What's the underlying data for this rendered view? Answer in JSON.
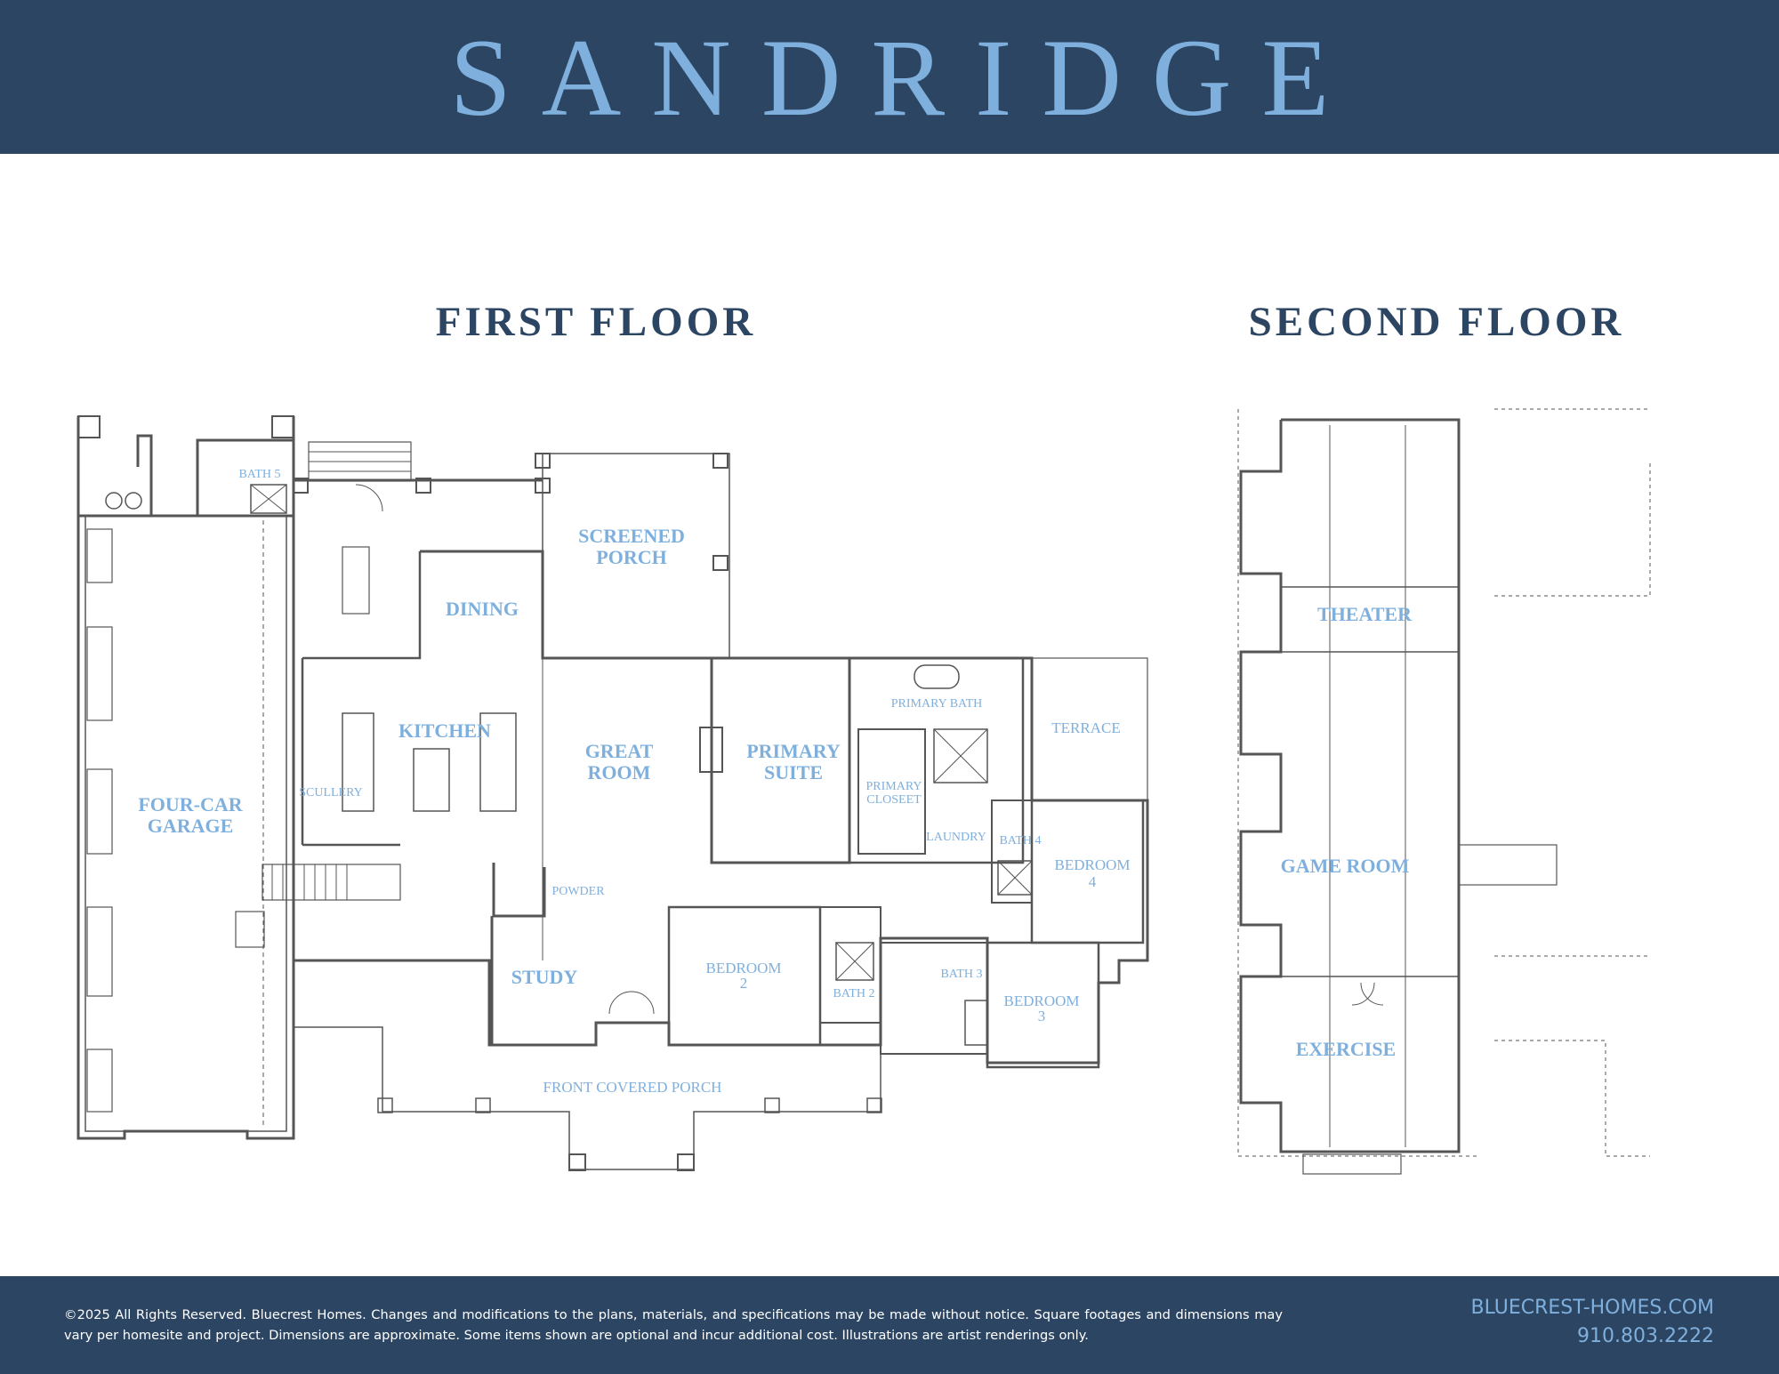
{
  "brand": "SANDRIDGE",
  "floors": {
    "first": "FIRST FLOOR",
    "second": "SECOND FLOOR"
  },
  "first_floor_rooms": {
    "bath5": "BATH 5",
    "garage_l1": "FOUR-CAR",
    "garage_l2": "GARAGE",
    "screened_l1": "SCREENED",
    "screened_l2": "PORCH",
    "dining": "DINING",
    "kitchen": "KITCHEN",
    "scullery": "SCULLERY",
    "great_l1": "GREAT",
    "great_l2": "ROOM",
    "primary_suite_l1": "PRIMARY",
    "primary_suite_l2": "SUITE",
    "primary_bath": "PRIMARY BATH",
    "terrace": "TERRACE",
    "closet_l1": "PRIMARY",
    "closet_l2": "CLOSEET",
    "laundry": "LAUNDRY",
    "bath4": "BATH 4",
    "bedroom4_l1": "BEDROOM",
    "bedroom4_l2": "4",
    "powder": "POWDER",
    "study": "STUDY",
    "bedroom2_l1": "BEDROOM",
    "bedroom2_l2": "2",
    "bath2": "BATH 2",
    "bath3": "BATH 3",
    "bedroom3_l1": "BEDROOM",
    "bedroom3_l2": "3",
    "front_porch": "FRONT COVERED PORCH"
  },
  "second_floor_rooms": {
    "theater": "THEATER",
    "game_room": "GAME ROOM",
    "exercise": "EXERCISE"
  },
  "footer": {
    "legal": "©2025 All Rights Reserved. Bluecrest Homes. Changes and modifications to the plans, materials, and specifications may be made without notice. Square footages and dimensions may vary per homesite and project. Dimensions are approximate. Some items shown are optional and incur additional cost. Illustrations are artist renderings only.",
    "website": "BLUECREST-HOMES.COM",
    "phone": "910.803.2222"
  },
  "colors": {
    "navy": "#2c4563",
    "accent_blue": "#7fb0dd",
    "wall": "#555555"
  }
}
